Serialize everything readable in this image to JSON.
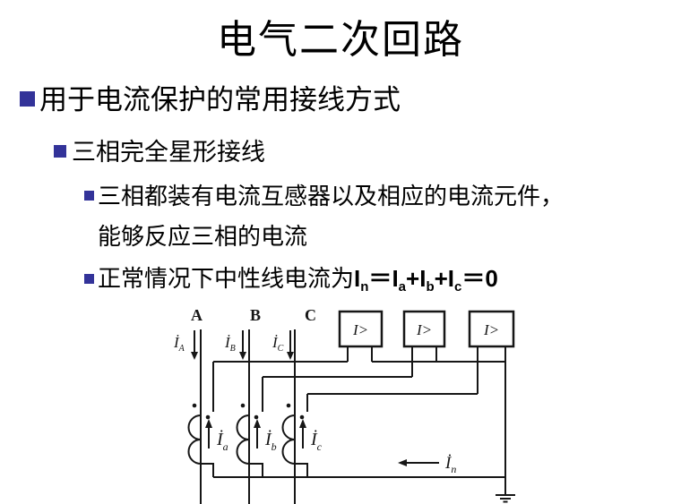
{
  "slide": {
    "title": "电气二次回路",
    "bullets": {
      "l1": "用于电流保护的常用接线方式",
      "l2": "三相完全星形接线",
      "l3_line1": "三相都装有电流互感器以及相应的电流元件，",
      "l3_line2": "能够反应三相的电流",
      "l4_prefix": "正常情况下中性线电流为"
    },
    "formula": {
      "t1": {
        "b": "I",
        "s": "n"
      },
      "op1": "＝",
      "t2": {
        "b": "I",
        "s": "a"
      },
      "op2": "+",
      "t3": {
        "b": "I",
        "s": "b"
      },
      "op3": "+",
      "t4": {
        "b": "I",
        "s": "c"
      },
      "op4": "＝",
      "t5": "0"
    },
    "colors": {
      "bullet_square": "#333399",
      "text": "#000000",
      "diagram_line": "#161616"
    }
  },
  "diagram": {
    "phase_labels": [
      "A",
      "B",
      "C"
    ],
    "relay_label": "I>",
    "primary_currents": [
      {
        "base": "İ",
        "sub": "A"
      },
      {
        "base": "İ",
        "sub": "B"
      },
      {
        "base": "İ",
        "sub": "C"
      }
    ],
    "secondary_currents": [
      {
        "base": "İ",
        "sub": "a"
      },
      {
        "base": "İ",
        "sub": "b"
      },
      {
        "base": "İ",
        "sub": "c"
      }
    ],
    "neutral_current": {
      "base": "İ",
      "sub": "n"
    }
  }
}
